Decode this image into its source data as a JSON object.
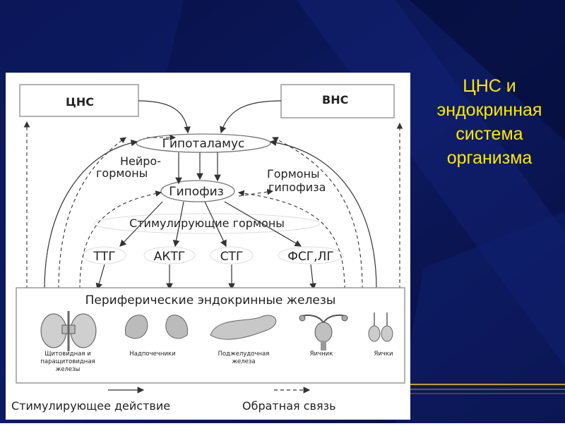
{
  "slide_title": [
    "ЦНС и",
    "эндокринная",
    "система",
    "организма"
  ],
  "nodes": {
    "cns": "ЦНС",
    "ans": "ВНС",
    "hypothalamus": "Гипоталамус",
    "neurohormones": [
      "Нейро-",
      "гормоны"
    ],
    "pituitary": "Гипофиз",
    "pituitary_hormones": [
      "Гормоны",
      "гипофиза"
    ],
    "stimulating_hormones": "Стимулирующие гормоны",
    "hormones": [
      "ТТГ",
      "АКТГ",
      "СТГ",
      "ФСГ,ЛГ"
    ],
    "peripheral": "Периферические эндокринные железы"
  },
  "glands": [
    {
      "label": [
        "Щитовидная и",
        "паращитовидная",
        "железы"
      ],
      "icon": "thyroid-icon"
    },
    {
      "label": [
        "Надпочечники"
      ],
      "icon": "adrenal-icon"
    },
    {
      "label": [
        "Поджелудочная",
        "железа"
      ],
      "icon": "pancreas-icon"
    },
    {
      "label": [
        "Яичник"
      ],
      "icon": "ovary-icon"
    },
    {
      "label": [
        "Яички"
      ],
      "icon": "testes-icon"
    }
  ],
  "legend": {
    "stimulating": "Стимулирующее действие",
    "feedback": "Обратная связь"
  },
  "colors": {
    "slide_background": "#0A1450",
    "title": "#FFE900",
    "stripe_gold": "#C8A000"
  }
}
